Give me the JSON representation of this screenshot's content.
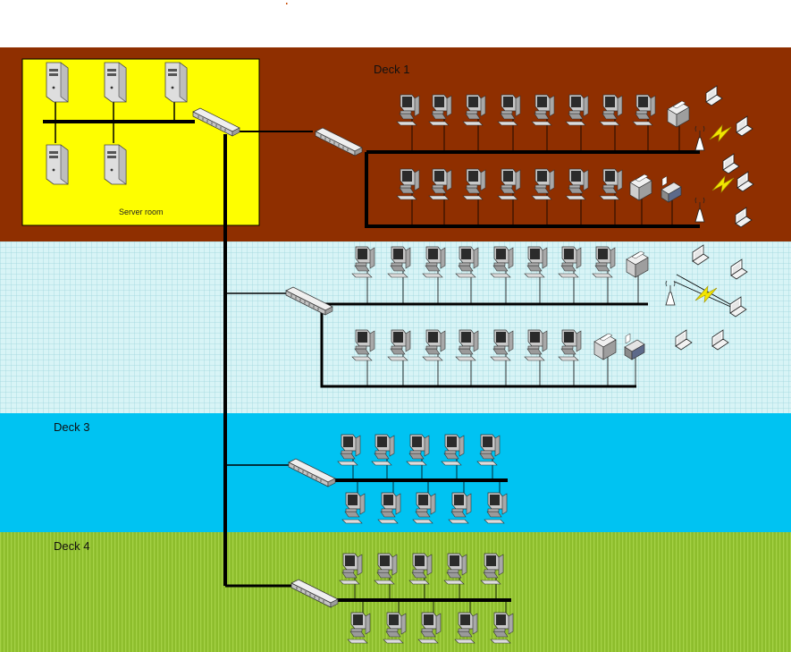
{
  "decks": [
    {
      "id": "deck1",
      "label": "Deck 1",
      "fill": "#8f2f00"
    },
    {
      "id": "deck2",
      "label": "",
      "fill": "#d8f4f6",
      "grid": "#9fd6dc"
    },
    {
      "id": "deck3",
      "label": "Deck 3",
      "fill": "#00c3f2"
    },
    {
      "id": "deck4",
      "label": "Deck 4",
      "fill": "#8dbd2c",
      "stripe": "#a5d246"
    }
  ],
  "server_room": {
    "label": "Server room",
    "fill": "#fefe00"
  },
  "colors": {
    "cable": "#000000",
    "computer_body": "#c8c8c8",
    "computer_screen": "#2b2b2b",
    "switch_body": "#d4d4d4",
    "wireless_bolt": "#f2e600"
  },
  "icons": [
    "server-icon",
    "switch-icon",
    "workstation-icon",
    "printer-icon",
    "fax-icon",
    "wireless-access-point-icon",
    "laptop-icon",
    "wireless-signal-icon"
  ]
}
